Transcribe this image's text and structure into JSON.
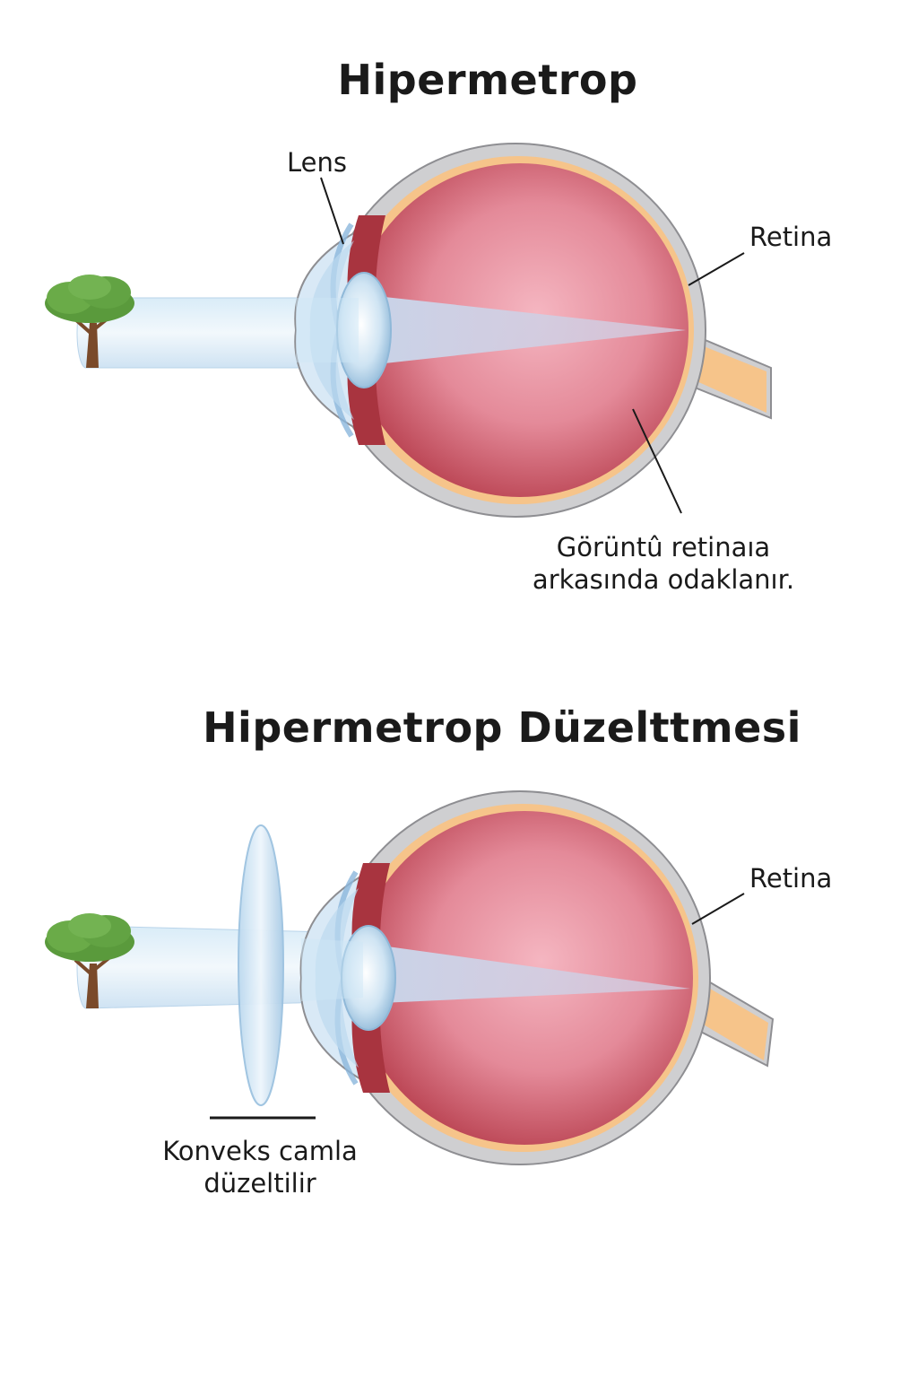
{
  "diagram_1": {
    "title": "Hipermetrop",
    "lens_label": "Lens",
    "retina_label": "Retina",
    "focus_caption_line1": "Görüntû retinaıa",
    "focus_caption_line2": "arkasında odaklanır."
  },
  "diagram_2": {
    "title": "Hipermetrop Düzelttmesi",
    "retina_label": "Retina",
    "lens_caption_line1": "Konveks camla",
    "lens_caption_line2": "düzeltilir"
  },
  "colors": {
    "sclera": "#cfcfd1",
    "retina": "#f6c48a",
    "eyeball": "#c8545f",
    "light_beam": "#cfe6f6",
    "tree_crown": "#5a9a3c",
    "tree_trunk": "#7a4a2a"
  },
  "icons": [
    "tree-icon",
    "eye-icon",
    "lens-icon"
  ]
}
